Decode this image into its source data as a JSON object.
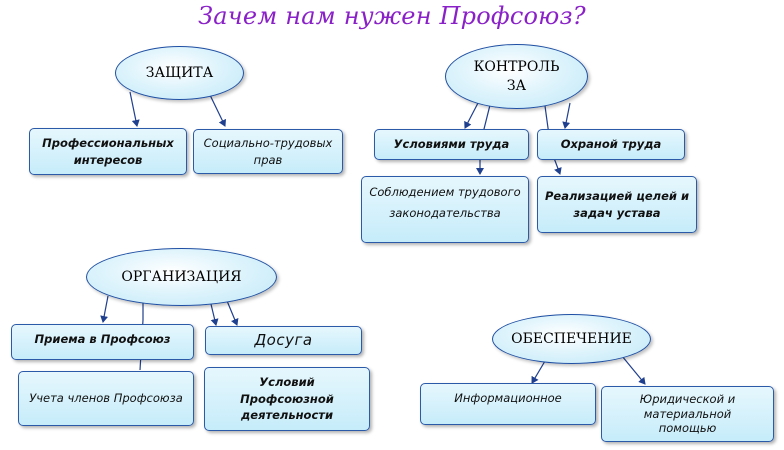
{
  "title": "Зачем нам нужен Профсоюз?",
  "groups": {
    "protection": {
      "label": "ЗАЩИТА",
      "items": [
        "Профессиональных интересов",
        "Социально-трудовых прав"
      ]
    },
    "control": {
      "label": "КОНТРОЛЬ ЗА",
      "items": [
        "Условиями труда",
        "Охраной труда",
        "Соблюдением трудового законодательства",
        "Реализацией целей и задач устава"
      ]
    },
    "organization": {
      "label": "ОРГАНИЗАЦИЯ",
      "items": [
        "Приема в Профсоюз",
        "Досуга",
        "Учета членов Профсоюза",
        "Условий Профсоюзной деятельности"
      ]
    },
    "provision": {
      "label": "ОБЕСПЕЧЕНИЕ",
      "items": [
        "Информационное",
        "Юридической и материальной помощью"
      ]
    }
  }
}
